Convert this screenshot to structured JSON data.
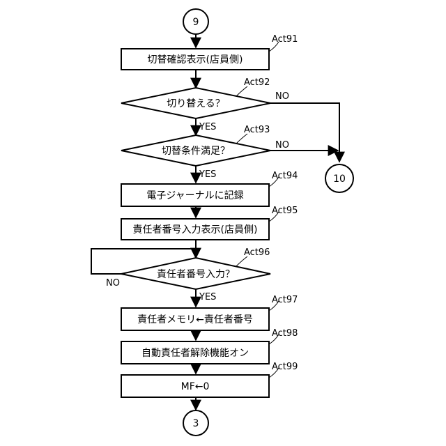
{
  "connectors": {
    "start": "9",
    "end": "3",
    "offpage": "10"
  },
  "steps": {
    "act91": {
      "tag": "Act91",
      "text": "切替確認表示(店員側)"
    },
    "act92": {
      "tag": "Act92",
      "text": "切り替える？"
    },
    "act93": {
      "tag": "Act93",
      "text": "切替条件満足？"
    },
    "act94": {
      "tag": "Act94",
      "text": "電子ジャーナルに記録"
    },
    "act95": {
      "tag": "Act95",
      "text": "責任者番号入力表示(店員側)"
    },
    "act96": {
      "tag": "Act96",
      "text": "責任者番号入力？"
    },
    "act97": {
      "tag": "Act97",
      "text": "責任者メモリ←責任者番号"
    },
    "act98": {
      "tag": "Act98",
      "text": "自動責任者解除機能オン"
    },
    "act99": {
      "tag": "Act99",
      "text": "MF←0"
    }
  },
  "branch_labels": {
    "act92_yes": "YES",
    "act92_no": "NO",
    "act93_yes": "YES",
    "act93_no": "NO",
    "act96_yes": "YES",
    "act96_no": "NO"
  }
}
